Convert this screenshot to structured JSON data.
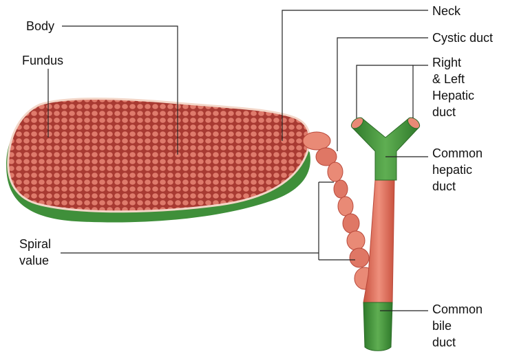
{
  "labels": {
    "body": "Body",
    "fundus": "Fundus",
    "neck": "Neck",
    "cystic_duct": "Cystic duct",
    "hepatic_duct": [
      "Right",
      "& Left",
      "Hepatic",
      "duct"
    ],
    "common_hepatic_duct": [
      "Common",
      "hepatic",
      "duct"
    ],
    "spiral_valve": [
      "Spiral",
      "value"
    ],
    "common_bile_duct": [
      "Common",
      "bile",
      "duct"
    ]
  },
  "colors": {
    "mucosa": "#d7685a",
    "mucosa_cells": "#a83a32",
    "wall_green": "#3f8f3a",
    "duct_salmon": "#e07a68",
    "leader_line": "#222222"
  }
}
